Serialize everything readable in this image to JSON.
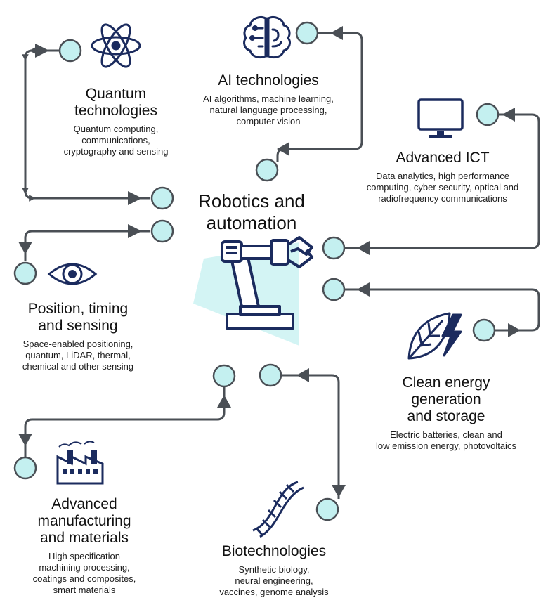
{
  "center": {
    "title_line1": "Robotics and",
    "title_line2": "automation"
  },
  "technologies": [
    {
      "title_lines": [
        "Quantum",
        "technologies"
      ],
      "desc_lines": [
        "Quantum computing,",
        "communications,",
        "cryptography and sensing"
      ],
      "icon": "atom-icon"
    },
    {
      "title_lines": [
        "AI technologies"
      ],
      "desc_lines": [
        "AI algorithms, machine learning,",
        "natural language processing,",
        "computer vision"
      ],
      "icon": "brain-circuit-icon"
    },
    {
      "title_lines": [
        "Advanced ICT"
      ],
      "desc_lines": [
        "Data analytics, high performance",
        "computing, cyber security, optical and",
        "radiofrequency communications"
      ],
      "icon": "monitor-icon"
    },
    {
      "title_lines": [
        "Position, timing",
        "and sensing"
      ],
      "desc_lines": [
        "Space-enabled positioning,",
        "quantum, LiDAR, thermal,",
        "chemical and other sensing"
      ],
      "icon": "eye-icon"
    },
    {
      "title_lines": [
        "Clean energy",
        "generation",
        "and storage"
      ],
      "desc_lines": [
        "Electric batteries, clean and",
        "low emission energy, photovoltaics"
      ],
      "icon": "leaf-lightning-icon"
    },
    {
      "title_lines": [
        "Advanced",
        "manufacturing",
        "and materials"
      ],
      "desc_lines": [
        "High specification",
        "machining processing,",
        "coatings and composites,",
        "smart materials"
      ],
      "icon": "factory-icon"
    },
    {
      "title_lines": [
        "Biotechnologies"
      ],
      "desc_lines": [
        "Synthetic biology,",
        "neural engineering,",
        "vaccines, genome analysis"
      ],
      "icon": "dna-icon"
    }
  ],
  "colors": {
    "node_fill": "#c4f0f0",
    "connector": "#4a4f55",
    "icon_navy": "#1b2b5e",
    "accent": "#c4f0f0"
  }
}
